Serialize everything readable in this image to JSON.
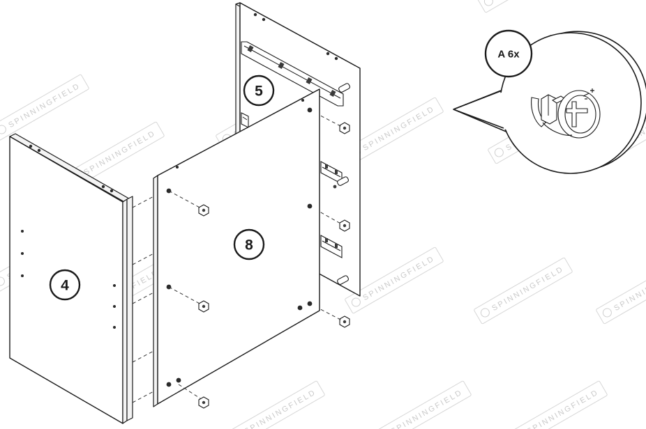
{
  "parts": {
    "panel_4": "4",
    "panel_5": "5",
    "panel_8": "8"
  },
  "callout": {
    "label": "A 6x",
    "icon": "cam-lock-fitting-icon"
  },
  "watermark": {
    "text": "SPINNINGFIELD"
  }
}
